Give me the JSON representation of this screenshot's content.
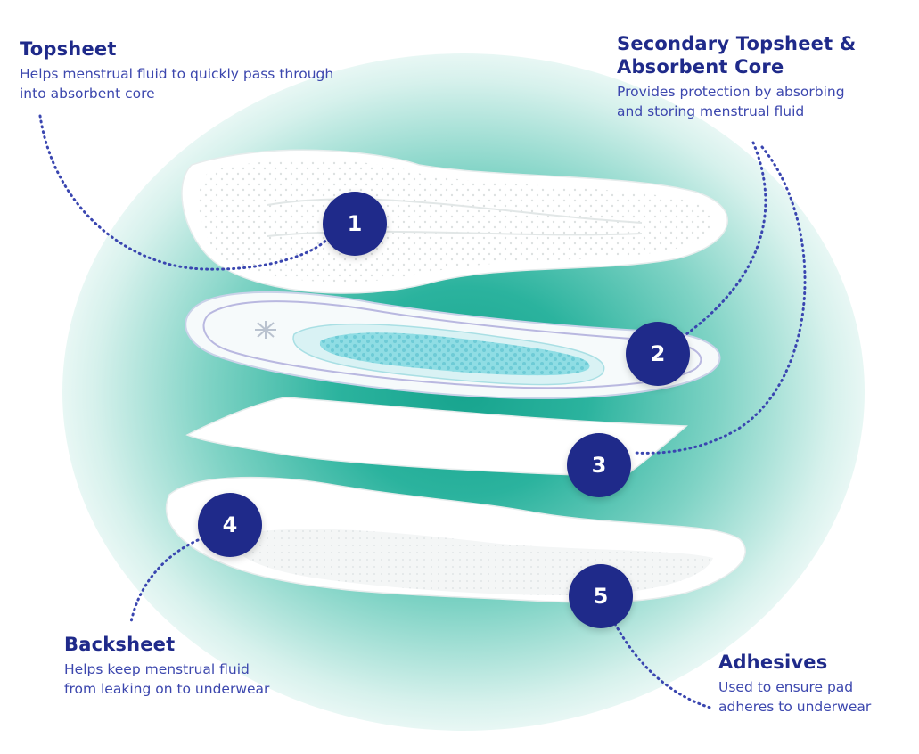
{
  "layers": [
    {
      "number": "1",
      "title": "Topsheet",
      "description": "Helps menstrual fluid to quickly pass through\ninto absorbent core"
    },
    {
      "number": "2",
      "title": "Secondary Topsheet &\nAbsorbent Core",
      "description": "Provides protection by absorbing\nand storing menstrual fluid"
    },
    {
      "number": "3"
    },
    {
      "number": "4",
      "title": "Backsheet",
      "description": "Helps keep menstrual fluid\nfrom leaking on to underwear"
    },
    {
      "number": "5",
      "title": "Adhesives",
      "description": "Used to ensure pad\nadheres to underwear"
    }
  ],
  "colors": {
    "label_text": "#1f2a8a",
    "badge": "#1f2a8a",
    "background_glow": "#17a48e",
    "core": "#7fd8e0"
  }
}
